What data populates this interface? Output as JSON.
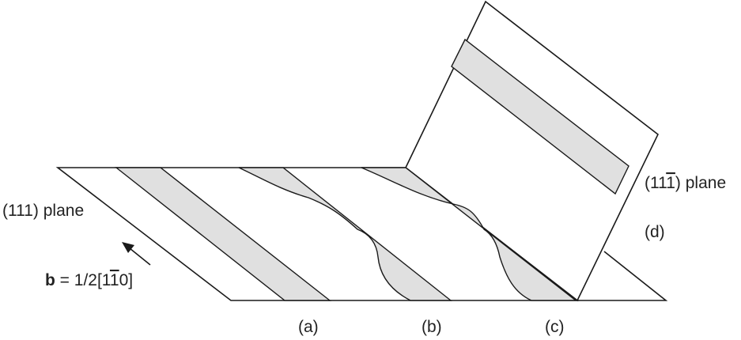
{
  "labels": {
    "plane_111": "(111) plane",
    "plane_11bar1_prefix": "(11",
    "plane_11bar1_bar": "1",
    "plane_11bar1_suffix": ") plane",
    "burgers_b": "b",
    "burgers_eq_prefix": " = 1/2[1",
    "burgers_eq_bar": "1",
    "burgers_eq_suffix": "0]",
    "a": "(a)",
    "b": "(b)",
    "c": "(c)",
    "d": "(d)"
  },
  "colors": {
    "band_fill": "#e0e0e0",
    "line": "#1a1a1a"
  }
}
